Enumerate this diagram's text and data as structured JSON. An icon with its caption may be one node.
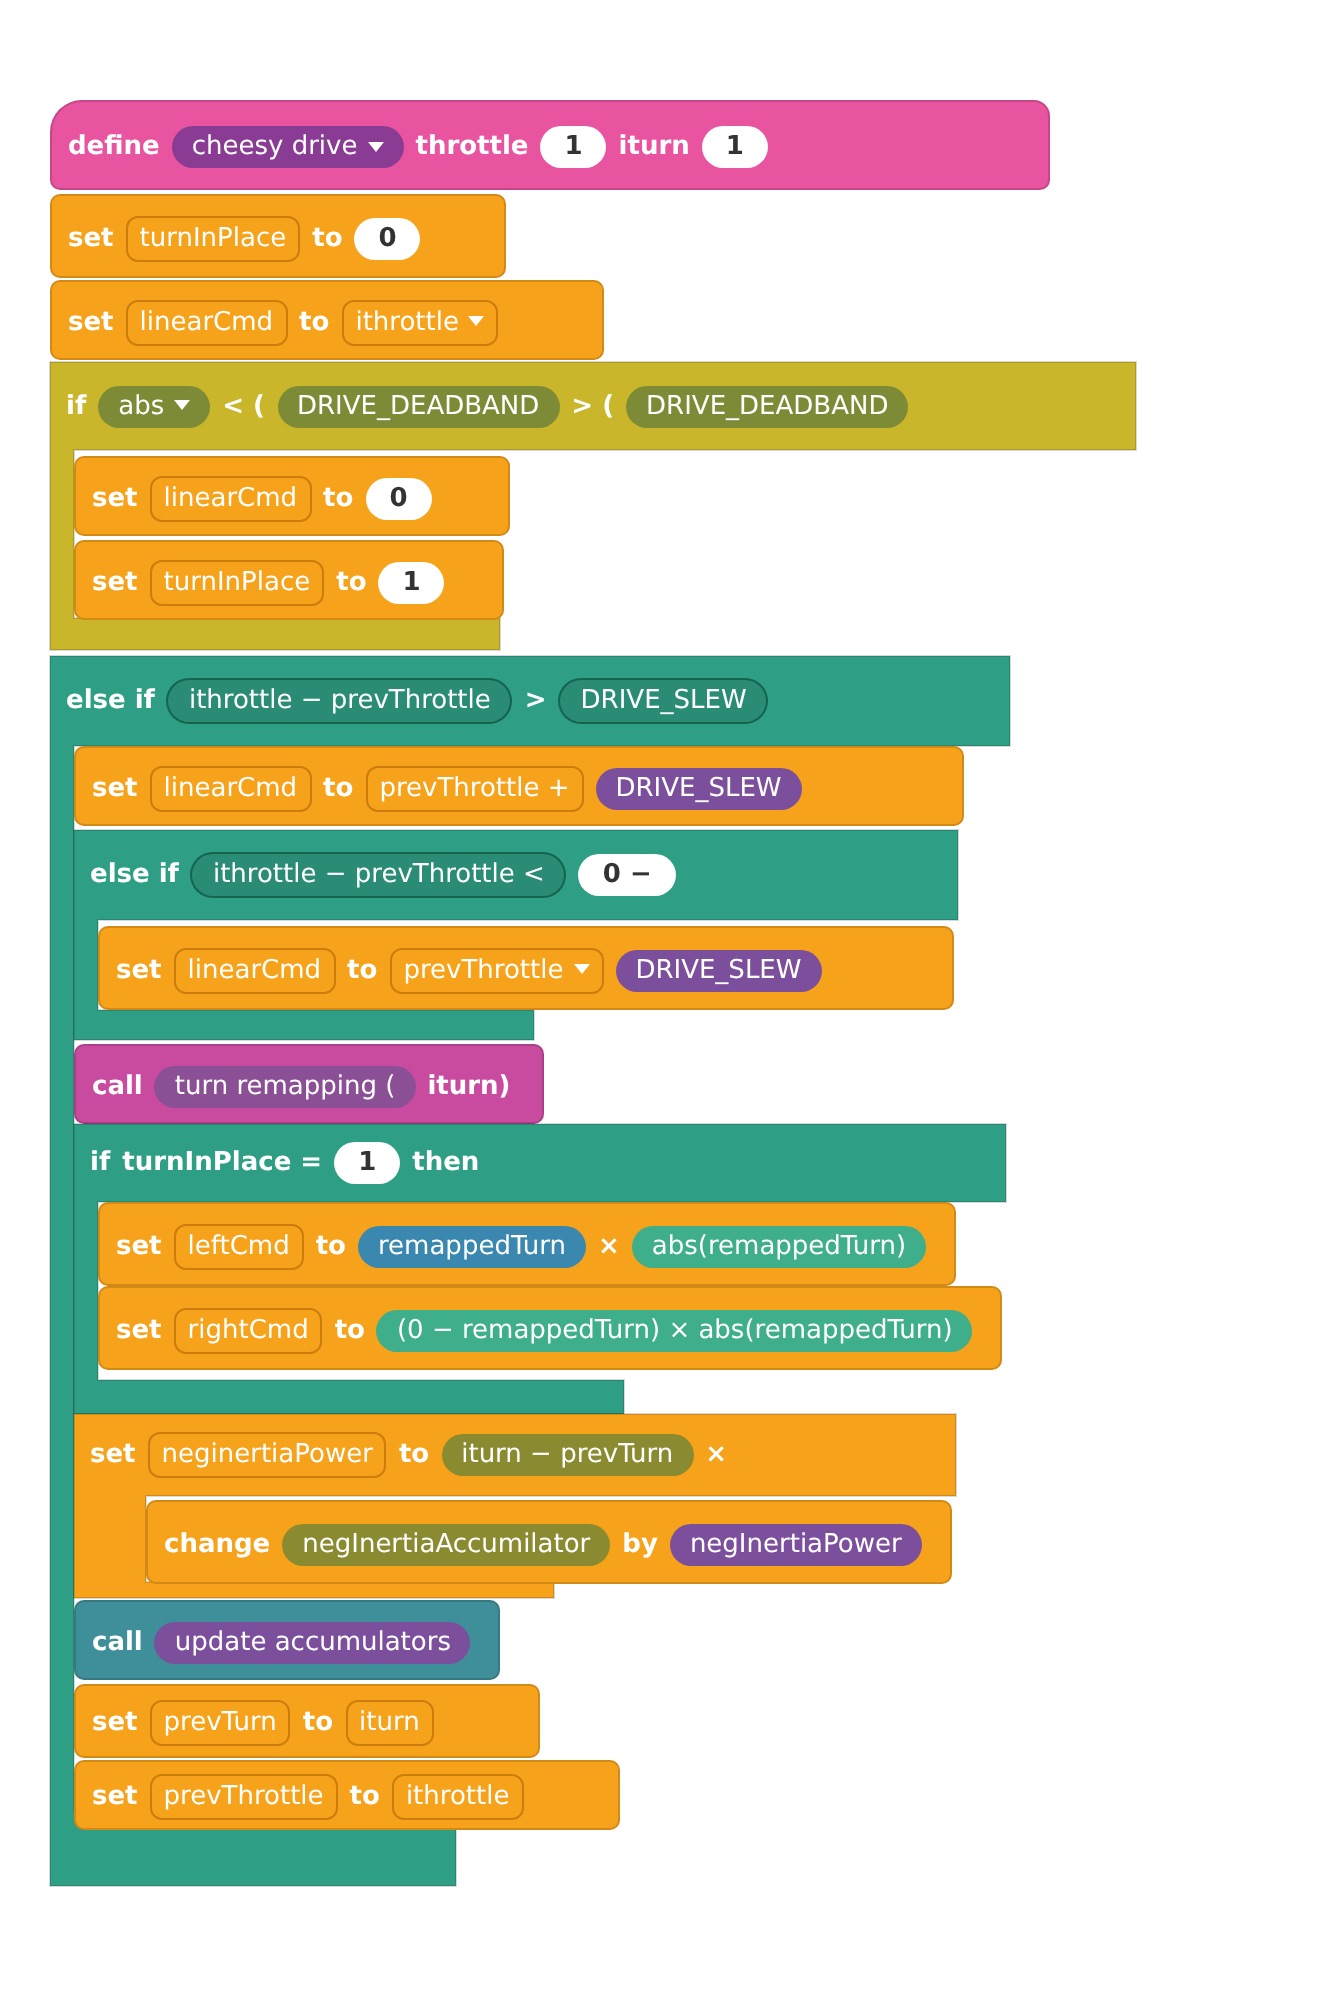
{
  "diagram": {
    "nodes": [
      {
        "text": [
          "define",
          "cheesy drive",
          "throttle",
          "1",
          "iturn",
          "1"
        ]
      },
      {
        "text": [
          "set",
          "turnInPlace",
          "to",
          "0"
        ]
      },
      {
        "text": [
          "set",
          "linearCmd",
          "to",
          "ithrottle"
        ]
      },
      {
        "text": [
          "if",
          "abs",
          "< (",
          "DRIVE_DEADBAND",
          "> (",
          "DRIVE_DEADBAND"
        ]
      },
      {
        "text": [
          "set",
          "linearCmd",
          "to",
          "0"
        ],
        "in": 3
      },
      {
        "text": [
          "set",
          "turnInPlace",
          "to",
          "1"
        ],
        "in": 3
      },
      {
        "text": [
          "else if",
          "ithrottle − prevThrottle",
          ">",
          "DRIVE_SLEW"
        ]
      },
      {
        "text": [
          "set",
          "linearCmd",
          "to",
          "prevThrottle +",
          "DRIVE_SLEW"
        ],
        "in": 6
      },
      {
        "text": [
          "else if",
          "ithrottle − prevThrottle <",
          "0 −"
        ],
        "in": 6
      },
      {
        "text": [
          "set",
          "linearCmd",
          "to",
          "prevThrottle",
          "DRIVE_SLEW"
        ],
        "in": 8
      },
      {
        "text": [
          "call",
          "turn remapping (",
          "iturn)"
        ],
        "in": 6
      },
      {
        "text": [
          "if",
          "turnInPlace =",
          "1",
          "then"
        ],
        "in": 6
      },
      {
        "text": [
          "set",
          "leftCmd",
          "to",
          "remappedTurn",
          "×",
          "abs(remappedTurn)"
        ],
        "in": 11
      },
      {
        "text": [
          "set",
          "rightCmd",
          "to",
          "(0 − remappedTurn) × abs(remappedTurn)"
        ],
        "in": 11
      },
      {
        "text": [
          "set",
          "neginertiaPower",
          "to",
          "iturn − prevTurn",
          "×"
        ],
        "in": 6
      },
      {
        "text": [
          "change",
          "negInertiaAccumilator",
          "by",
          "negInertiaPower"
        ],
        "in": 14
      },
      {
        "text": [
          "call",
          "update accumulators"
        ],
        "in": 6
      },
      {
        "text": [
          "set",
          "prevTurn",
          "to",
          "iturn"
        ],
        "in": 6
      },
      {
        "text": [
          "set",
          "prevThrottle",
          "to",
          "ithrottle"
        ],
        "in": 6
      }
    ]
  }
}
